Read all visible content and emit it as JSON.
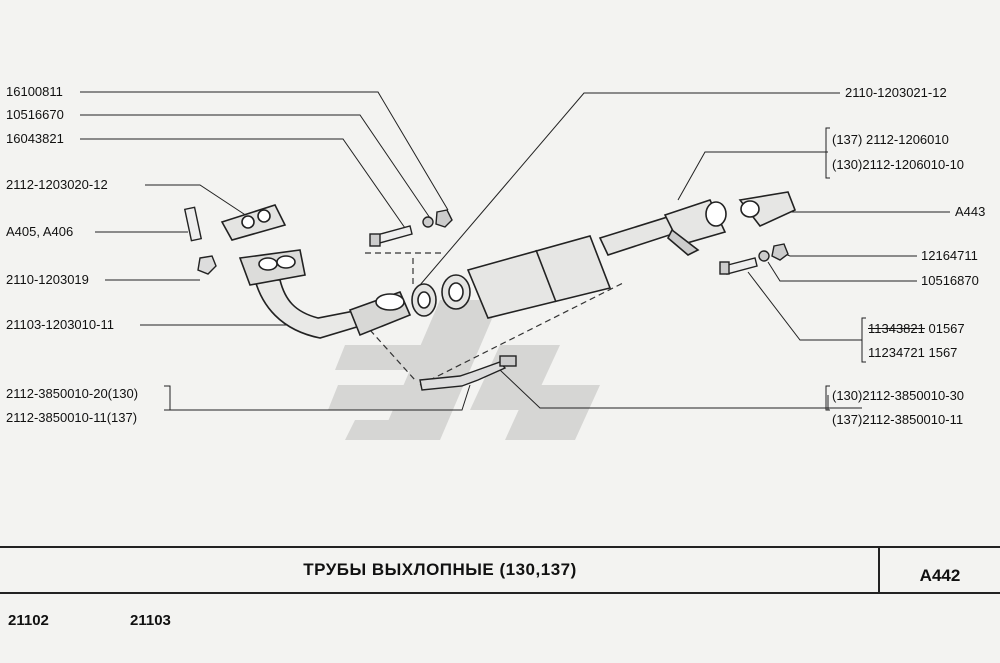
{
  "labels": {
    "l1": "16100811",
    "l2": "10516670",
    "l3": "16043821",
    "l4": "2112-1203020-12",
    "l5": "A405, A406",
    "l6": "2110-1203019",
    "l7": "21103-1203010-11",
    "l8": "2112-3850010-20(130)",
    "l9": "2112-3850010-11(137)",
    "r1": "2110-1203021-12",
    "r2a": "(137)    2112-1206010",
    "r2b": "(130)2112-1206010-10",
    "r3": "A443",
    "r4": "12164711",
    "r5": "10516870",
    "r6a_strike": "11343821",
    "r6a_rest": " 01567",
    "r6b": "11234721    1567",
    "r7a": "(130)2112-3850010-30",
    "r7b": "(137)2112-3850010-11"
  },
  "footer": {
    "title": "ТРУБЫ  ВЫХЛОПНЫЕ (130,137)",
    "code": "A442",
    "model_1": "21102",
    "model_2": "21103"
  }
}
